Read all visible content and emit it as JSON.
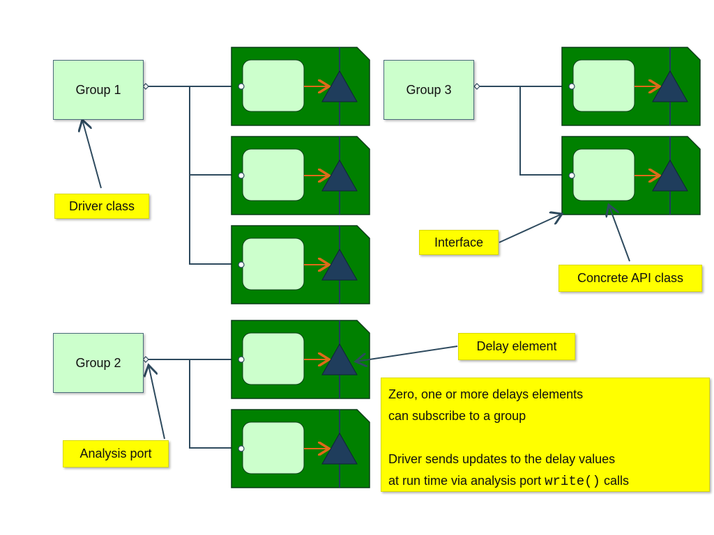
{
  "groups": {
    "group1": "Group 1",
    "group2": "Group 2",
    "group3": "Group 3"
  },
  "callouts": {
    "driver_class": "Driver class",
    "interface": "Interface",
    "concrete_api_class": "Concrete API class",
    "delay_element": "Delay element",
    "analysis_port": "Analysis port"
  },
  "note": {
    "line1": "Zero, one or more delays elements",
    "line2": "can subscribe to a group",
    "line3": "Driver sends updates to the delay values",
    "line4_prefix": "at run time via analysis port ",
    "line4_code": "write()",
    "line4_suffix": " calls"
  },
  "colors": {
    "card_green": "#008000",
    "inner_box": "#ccffcc",
    "triangle": "#1f3d5c",
    "arrow_orange": "#e06a1a",
    "connector_line": "#2e4a5e",
    "callout_yellow": "#ffff00"
  }
}
